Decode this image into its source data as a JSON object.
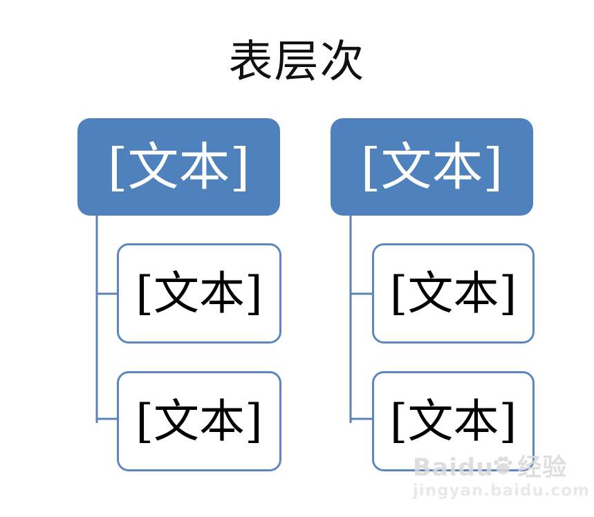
{
  "title": "表层次",
  "diagram": {
    "groups": [
      {
        "parent_label": "[文本]",
        "children": [
          {
            "label": "[文本]"
          },
          {
            "label": "[文本]"
          }
        ]
      },
      {
        "parent_label": "[文本]",
        "children": [
          {
            "label": "[文本]"
          },
          {
            "label": "[文本]"
          }
        ]
      }
    ]
  },
  "colors": {
    "box_fill": "#4f81bd",
    "box_border": "#5b87c0",
    "connector": "#5b84b5",
    "parent_text": "#ffffff",
    "child_text": "#000000",
    "title_text": "#111111",
    "watermark": "#d9d9d9",
    "watermark_light": "#e6e6e6"
  },
  "watermark": {
    "brand": "Baidu",
    "badge": "经验",
    "url": "jingyan.baidu.com",
    "icon": "baidu-paw-icon"
  }
}
